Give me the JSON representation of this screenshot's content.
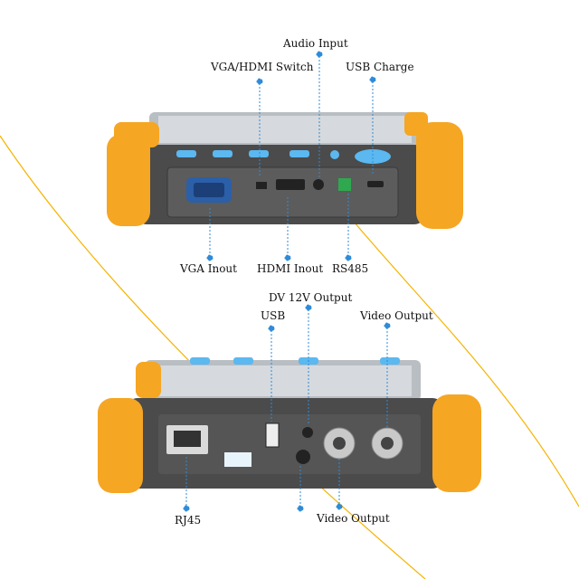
{
  "colors": {
    "accent": "#F5A623",
    "callout": "#2E8BD8",
    "body": "#4A4A4A",
    "panel": "#5A5A5A"
  },
  "top_device": {
    "labels": {
      "audio_input": "Audio Input",
      "vga_hdmi_switch": "VGA/HDMI Switch",
      "usb_charge": "USB Charge",
      "vga_inout": "VGA Inout",
      "hdmi_inout": "HDMI Inout",
      "rs485": "RS485"
    }
  },
  "bottom_device": {
    "labels": {
      "dv12v_output": "DV 12V Output",
      "usb": "USB",
      "video_output_top": "Video Output",
      "rj45": "RJ45",
      "video_output_bottom": "Video Output"
    }
  }
}
